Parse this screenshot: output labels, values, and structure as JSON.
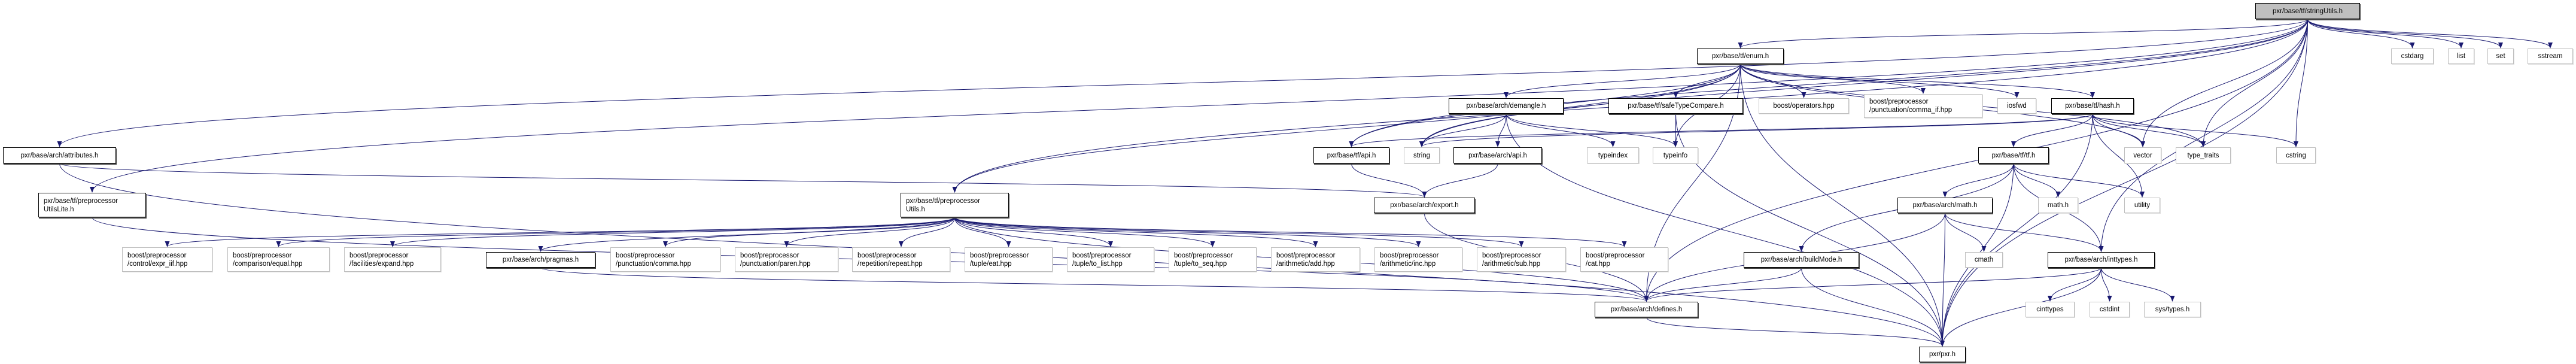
{
  "title": "pxr/base/tf/stringUtils.h",
  "colors": {
    "edge": "#191970",
    "root_fill": "#bfbfbf",
    "external_border": "#bfbfbf",
    "linked_border": "#000000"
  },
  "nodes": {
    "stringUtils": {
      "lines": [
        "pxr/base/tf/stringUtils.h"
      ],
      "kind": "root"
    },
    "enum": {
      "lines": [
        "pxr/base/tf/enum.h"
      ],
      "kind": "linked"
    },
    "cstdarg": {
      "lines": [
        "cstdarg"
      ],
      "kind": "ext"
    },
    "list": {
      "lines": [
        "list"
      ],
      "kind": "ext"
    },
    "set": {
      "lines": [
        "set"
      ],
      "kind": "ext"
    },
    "sstream": {
      "lines": [
        "sstream"
      ],
      "kind": "ext"
    },
    "attributes": {
      "lines": [
        "pxr/base/arch/attributes.h"
      ],
      "kind": "linked"
    },
    "utilsLite": {
      "lines": [
        "pxr/base/tf/preprocessor",
        "UtilsLite.h"
      ],
      "kind": "linked"
    },
    "preprocUtils": {
      "lines": [
        "pxr/base/tf/preprocessor",
        "Utils.h"
      ],
      "kind": "linked"
    },
    "demangle": {
      "lines": [
        "pxr/base/arch/demangle.h"
      ],
      "kind": "linked"
    },
    "safeTypeCompare": {
      "lines": [
        "pxr/base/tf/safeTypeCompare.h"
      ],
      "kind": "linked"
    },
    "operators": {
      "lines": [
        "boost/operators.hpp"
      ],
      "kind": "ext"
    },
    "comma_if": {
      "lines": [
        "boost/preprocessor",
        "/punctuation/comma_if.hpp"
      ],
      "kind": "ext"
    },
    "iosfwd": {
      "lines": [
        "iosfwd"
      ],
      "kind": "ext"
    },
    "hash": {
      "lines": [
        "pxr/base/tf/hash.h"
      ],
      "kind": "linked"
    },
    "tfapi": {
      "lines": [
        "pxr/base/tf/api.h"
      ],
      "kind": "linked"
    },
    "string": {
      "lines": [
        "string"
      ],
      "kind": "ext"
    },
    "archapi": {
      "lines": [
        "pxr/base/arch/api.h"
      ],
      "kind": "linked"
    },
    "typeindex": {
      "lines": [
        "typeindex"
      ],
      "kind": "ext"
    },
    "typeinfo": {
      "lines": [
        "typeinfo"
      ],
      "kind": "ext"
    },
    "tf": {
      "lines": [
        "pxr/base/tf/tf.h"
      ],
      "kind": "linked"
    },
    "vector": {
      "lines": [
        "vector"
      ],
      "kind": "ext"
    },
    "type_traits": {
      "lines": [
        "type_traits"
      ],
      "kind": "ext"
    },
    "cstring": {
      "lines": [
        "cstring"
      ],
      "kind": "ext"
    },
    "export": {
      "lines": [
        "pxr/base/arch/export.h"
      ],
      "kind": "linked"
    },
    "archmath": {
      "lines": [
        "pxr/base/arch/math.h"
      ],
      "kind": "linked"
    },
    "mathh": {
      "lines": [
        "math.h"
      ],
      "kind": "ext"
    },
    "utility": {
      "lines": [
        "utility"
      ],
      "kind": "ext"
    },
    "expr_iif": {
      "lines": [
        "boost/preprocessor",
        "/control/expr_iif.hpp"
      ],
      "kind": "ext"
    },
    "equal": {
      "lines": [
        "boost/preprocessor",
        "/comparison/equal.hpp"
      ],
      "kind": "ext"
    },
    "expand": {
      "lines": [
        "boost/preprocessor",
        "/facilities/expand.hpp"
      ],
      "kind": "ext"
    },
    "pragmas": {
      "lines": [
        "pxr/base/arch/pragmas.h"
      ],
      "kind": "linked"
    },
    "comma": {
      "lines": [
        "boost/preprocessor",
        "/punctuation/comma.hpp"
      ],
      "kind": "ext"
    },
    "paren": {
      "lines": [
        "boost/preprocessor",
        "/punctuation/paren.hpp"
      ],
      "kind": "ext"
    },
    "repeat": {
      "lines": [
        "boost/preprocessor",
        "/repetition/repeat.hpp"
      ],
      "kind": "ext"
    },
    "eat": {
      "lines": [
        "boost/preprocessor",
        "/tuple/eat.hpp"
      ],
      "kind": "ext"
    },
    "to_list": {
      "lines": [
        "boost/preprocessor",
        "/tuple/to_list.hpp"
      ],
      "kind": "ext"
    },
    "to_seq": {
      "lines": [
        "boost/preprocessor",
        "/tuple/to_seq.hpp"
      ],
      "kind": "ext"
    },
    "add": {
      "lines": [
        "boost/preprocessor",
        "/arithmetic/add.hpp"
      ],
      "kind": "ext"
    },
    "inc": {
      "lines": [
        "boost/preprocessor",
        "/arithmetic/inc.hpp"
      ],
      "kind": "ext"
    },
    "sub": {
      "lines": [
        "boost/preprocessor",
        "/arithmetic/sub.hpp"
      ],
      "kind": "ext"
    },
    "cat": {
      "lines": [
        "boost/preprocessor",
        "/cat.hpp"
      ],
      "kind": "ext"
    },
    "buildMode": {
      "lines": [
        "pxr/base/arch/buildMode.h"
      ],
      "kind": "linked"
    },
    "cmath": {
      "lines": [
        "cmath"
      ],
      "kind": "ext"
    },
    "inttypes": {
      "lines": [
        "pxr/base/arch/inttypes.h"
      ],
      "kind": "linked"
    },
    "defines": {
      "lines": [
        "pxr/base/arch/defines.h"
      ],
      "kind": "linked"
    },
    "cinttypes": {
      "lines": [
        "cinttypes"
      ],
      "kind": "ext"
    },
    "cstdint": {
      "lines": [
        "cstdint"
      ],
      "kind": "ext"
    },
    "systypes": {
      "lines": [
        "sys/types.h"
      ],
      "kind": "ext"
    },
    "pxr": {
      "lines": [
        "pxr/pxr.h"
      ],
      "kind": "linked"
    }
  },
  "edges": [
    [
      "stringUtils",
      "enum"
    ],
    [
      "stringUtils",
      "attributes"
    ],
    [
      "stringUtils",
      "utilsLite"
    ],
    [
      "stringUtils",
      "preprocUtils"
    ],
    [
      "stringUtils",
      "tfapi"
    ],
    [
      "stringUtils",
      "string"
    ],
    [
      "stringUtils",
      "vector"
    ],
    [
      "stringUtils",
      "type_traits"
    ],
    [
      "stringUtils",
      "cstring"
    ],
    [
      "stringUtils",
      "cstdarg"
    ],
    [
      "stringUtils",
      "list"
    ],
    [
      "stringUtils",
      "set"
    ],
    [
      "stringUtils",
      "sstream"
    ],
    [
      "stringUtils",
      "inttypes"
    ],
    [
      "stringUtils",
      "pxr"
    ],
    [
      "stringUtils",
      "defines"
    ],
    [
      "enum",
      "demangle"
    ],
    [
      "enum",
      "safeTypeCompare"
    ],
    [
      "enum",
      "operators"
    ],
    [
      "enum",
      "comma_if"
    ],
    [
      "enum",
      "iosfwd"
    ],
    [
      "enum",
      "hash"
    ],
    [
      "enum",
      "tfapi"
    ],
    [
      "enum",
      "string"
    ],
    [
      "enum",
      "vector"
    ],
    [
      "enum",
      "type_traits"
    ],
    [
      "enum",
      "typeinfo"
    ],
    [
      "enum",
      "preprocUtils"
    ],
    [
      "enum",
      "defines"
    ],
    [
      "enum",
      "pxr"
    ],
    [
      "attributes",
      "export"
    ],
    [
      "attributes",
      "pxr"
    ],
    [
      "utilsLite",
      "defines"
    ],
    [
      "preprocUtils",
      "expr_iif"
    ],
    [
      "preprocUtils",
      "equal"
    ],
    [
      "preprocUtils",
      "expand"
    ],
    [
      "preprocUtils",
      "pragmas"
    ],
    [
      "preprocUtils",
      "comma"
    ],
    [
      "preprocUtils",
      "paren"
    ],
    [
      "preprocUtils",
      "repeat"
    ],
    [
      "preprocUtils",
      "eat"
    ],
    [
      "preprocUtils",
      "to_list"
    ],
    [
      "preprocUtils",
      "to_seq"
    ],
    [
      "preprocUtils",
      "add"
    ],
    [
      "preprocUtils",
      "inc"
    ],
    [
      "preprocUtils",
      "sub"
    ],
    [
      "preprocUtils",
      "cat"
    ],
    [
      "preprocUtils",
      "defines"
    ],
    [
      "pragmas",
      "defines"
    ],
    [
      "demangle",
      "string"
    ],
    [
      "demangle",
      "archapi"
    ],
    [
      "demangle",
      "typeindex"
    ],
    [
      "demangle",
      "typeinfo"
    ],
    [
      "demangle",
      "pxr"
    ],
    [
      "safeTypeCompare",
      "typeinfo"
    ],
    [
      "safeTypeCompare",
      "pxr"
    ],
    [
      "tfapi",
      "export"
    ],
    [
      "archapi",
      "export"
    ],
    [
      "export",
      "defines"
    ],
    [
      "hash",
      "tf"
    ],
    [
      "hash",
      "vector"
    ],
    [
      "hash",
      "type_traits"
    ],
    [
      "hash",
      "cstring"
    ],
    [
      "hash",
      "utility"
    ],
    [
      "hash",
      "pxr"
    ],
    [
      "hash",
      "string"
    ],
    [
      "hash",
      "tfapi"
    ],
    [
      "tf",
      "archmath"
    ],
    [
      "tf",
      "mathh"
    ],
    [
      "tf",
      "utility"
    ],
    [
      "tf",
      "inttypes"
    ],
    [
      "tf",
      "buildMode"
    ],
    [
      "tf",
      "pxr"
    ],
    [
      "archmath",
      "cmath"
    ],
    [
      "archmath",
      "inttypes"
    ],
    [
      "archmath",
      "defines"
    ],
    [
      "archmath",
      "pxr"
    ],
    [
      "buildMode",
      "defines"
    ],
    [
      "buildMode",
      "pxr"
    ],
    [
      "inttypes",
      "cinttypes"
    ],
    [
      "inttypes",
      "cstdint"
    ],
    [
      "inttypes",
      "systypes"
    ],
    [
      "inttypes",
      "defines"
    ],
    [
      "inttypes",
      "pxr"
    ],
    [
      "defines",
      "pxr"
    ]
  ]
}
